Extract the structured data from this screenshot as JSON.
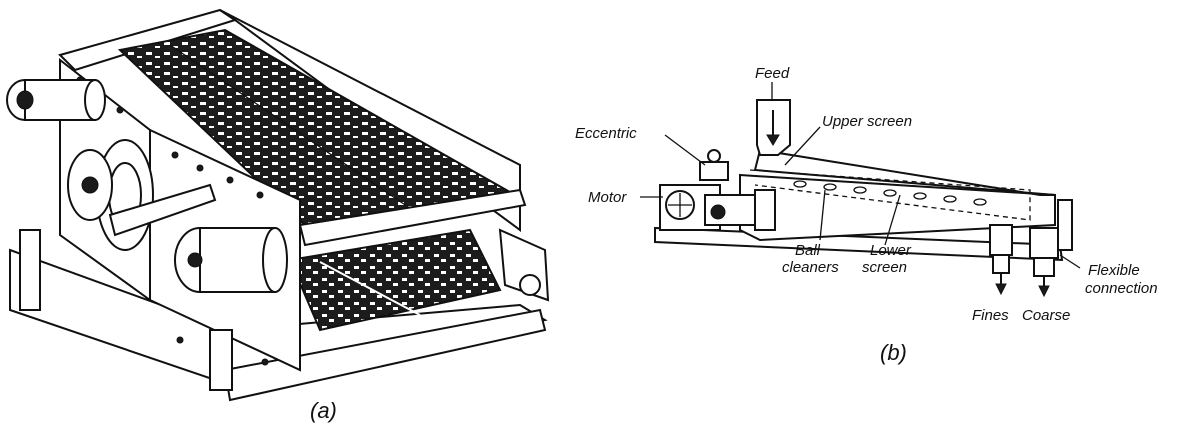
{
  "figure_a": {
    "caption": "(a)"
  },
  "figure_b": {
    "caption": "(b)",
    "labels": {
      "feed": "Feed",
      "eccentric": "Eccentric",
      "upper_screen": "Upper screen",
      "motor": "Motor",
      "ball_cleaners_1": "Ball",
      "ball_cleaners_2": "cleaners",
      "lower_screen_1": "Lower",
      "lower_screen_2": "screen",
      "fines": "Fines",
      "coarse": "Coarse",
      "flexible_connection_1": "Flexible",
      "flexible_connection_2": "connection"
    }
  }
}
